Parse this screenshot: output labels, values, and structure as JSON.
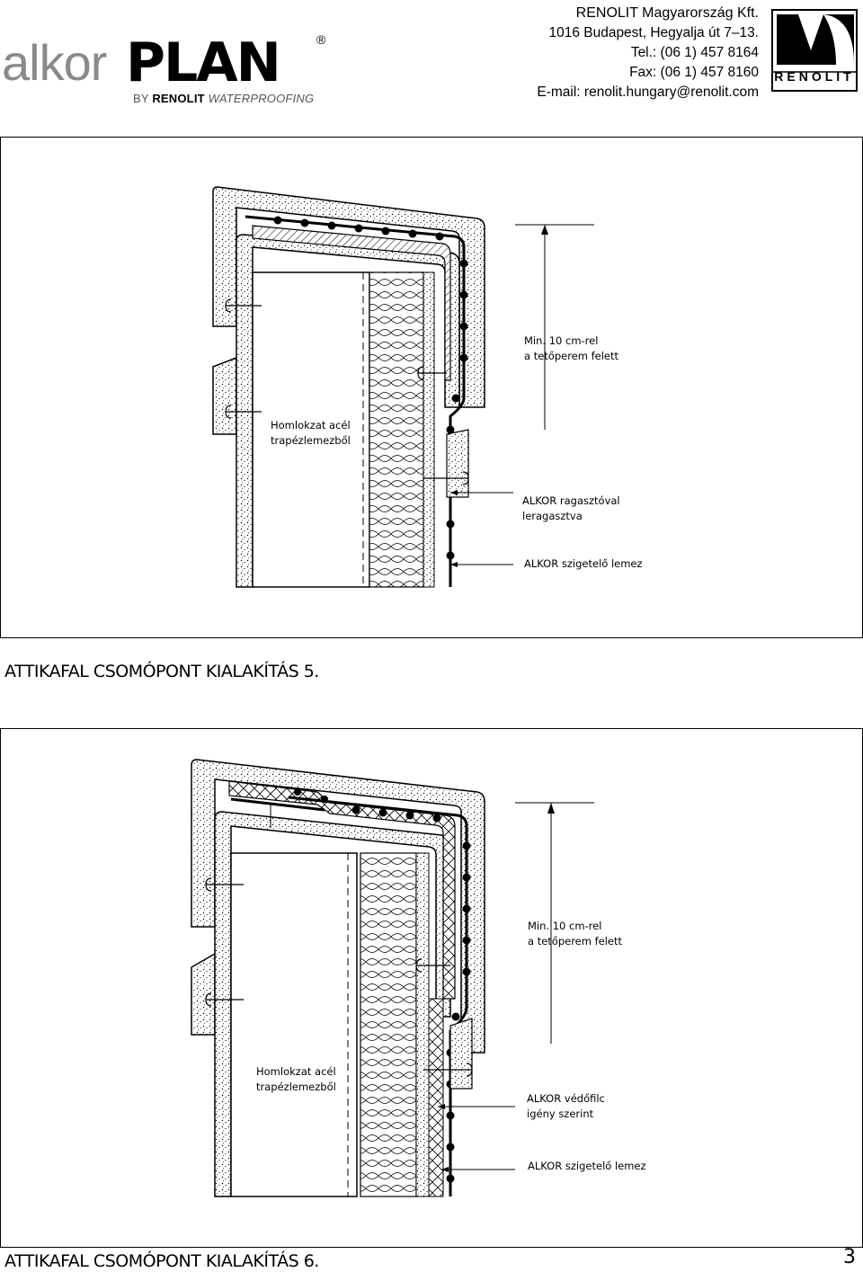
{
  "header": {
    "logo_alkor": "alkor",
    "logo_plan": "PLAN",
    "logo_registered": "®",
    "logo_by": "BY",
    "logo_by_brand": "RENOLIT",
    "logo_by_suffix": "WATERPROOFING",
    "contact": [
      "RENOLIT Magyarország Kft.",
      "1016 Budapest, Hegyalja út 7–13.",
      "Tel.: (06 1) 457 8164",
      "Fax: (06 1) 457 8160",
      "E-mail: renolit.hungary@renolit.com"
    ],
    "renolit_logo_text": "RENOLIT"
  },
  "figure1": {
    "notes": {
      "min_height": [
        "Min. 10 cm-rel",
        "a tetőperem felett"
      ],
      "facade": [
        "Homlokzat acél",
        "trapézlemezből"
      ],
      "glued": [
        "ALKOR ragasztóval",
        "leragasztva"
      ],
      "membrane": "ALKOR szigetelő  lemez"
    },
    "caption": "ATTIKAFAL CSOMÓPONT KIALAKÍTÁS 5."
  },
  "figure2": {
    "notes": {
      "min_height": [
        "Min. 10 cm-rel",
        "a tetőperem felett"
      ],
      "facade": [
        "Homlokzat acél",
        "trapézlemezből"
      ],
      "fleece": [
        "ALKOR védőfilc",
        "igény szerint"
      ],
      "membrane": "ALKOR szigetelő  lemez"
    },
    "caption": "ATTIKAFAL CSOMÓPONT KIALAKÍTÁS 6."
  },
  "page_number": "3"
}
